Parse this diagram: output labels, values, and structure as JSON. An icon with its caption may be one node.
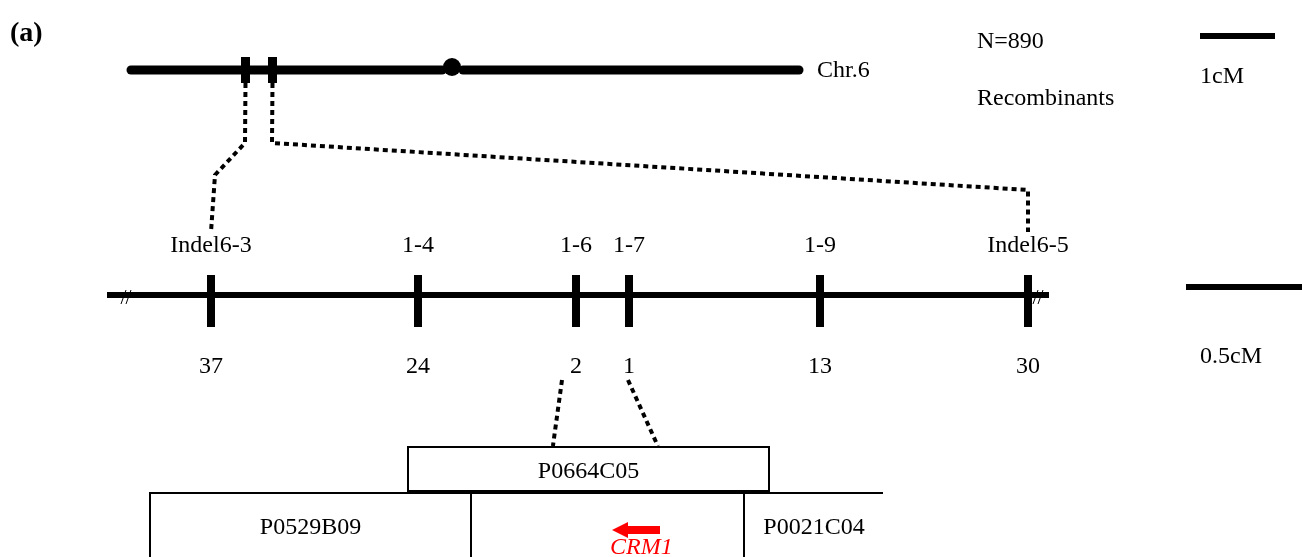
{
  "diagram": {
    "nodes": [
      {
        "text": [],
        "shape": "bar",
        "beside": [
          "Chr.6"
        ]
      },
      {
        "text": [],
        "shape": "bar",
        "in": 0
      },
      {
        "text": [],
        "shape": "bar",
        "in": 0
      },
      {
        "text": [],
        "shape": "bar"
      },
      {
        "text": [
          "Indel6-3"
        ],
        "beside": [
          "37"
        ]
      },
      {
        "text": [
          "1-4"
        ],
        "beside": [
          "24"
        ]
      },
      {
        "text": [
          "1-6"
        ],
        "beside": [
          "2"
        ]
      },
      {
        "text": [
          "1-7"
        ],
        "beside": [
          "1"
        ]
      },
      {
        "text": [
          "1-9"
        ],
        "beside": [
          "13"
        ]
      },
      {
        "text": [
          "Indel6-5"
        ],
        "beside": [
          "30"
        ]
      },
      {
        "text": [
          "P0664C05"
        ]
      },
      {
        "text": [
          "P0529B09"
        ]
      },
      {
        "text": [],
        "shape": "box"
      },
      {
        "text": [
          "CRM1"
        ],
        "in": 12
      },
      {
        "text": [
          "P0021C04"
        ]
      }
    ],
    "edges": [
      {
        "from": 1,
        "to": 4,
        "arrow": "none",
        "style": "dashed"
      },
      {
        "from": 2,
        "to": 9,
        "arrow": "none",
        "style": "dashed"
      },
      {
        "from": 6,
        "to": 10,
        "arrow": "none",
        "style": "dashed"
      },
      {
        "from": 7,
        "to": 10,
        "arrow": "none",
        "style": "dashed"
      }
    ],
    "labels": [
      "(a)",
      "N=890",
      "Recombinants",
      "1cM",
      "0.5cM"
    ]
  }
}
